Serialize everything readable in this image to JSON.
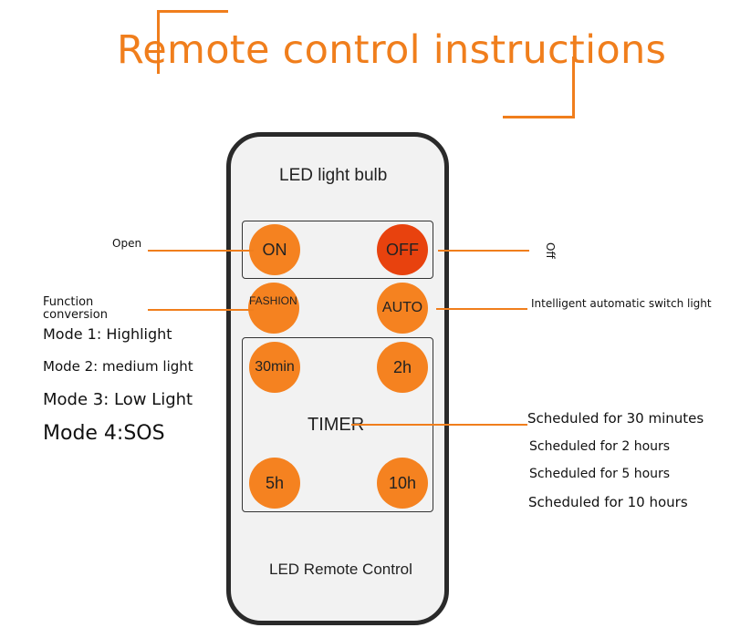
{
  "title": "Remote control instructions",
  "remote": {
    "header": "LED light bulb",
    "footer": "LED Remote Control",
    "buttons": {
      "on": "ON",
      "off": "OFF",
      "fashion": "FASHION",
      "auto": "AUTO",
      "t30min": "30min",
      "t2h": "2h",
      "t5h": "5h",
      "t10h": "10h"
    },
    "timer_label": "TIMER"
  },
  "labels": {
    "open": "Open",
    "off": "Off",
    "function_conversion_line1": "Function",
    "function_conversion_line2": "conversion",
    "intelligent": "Intelligent automatic switch light",
    "modes": [
      "Mode 1: Highlight",
      "Mode 2: medium light",
      "Mode 3: Low Light",
      "Mode 4:SOS"
    ],
    "schedules": [
      "Scheduled for 30 minutes",
      "Scheduled for 2 hours",
      "Scheduled for 5 hours",
      "Scheduled for 10 hours"
    ]
  },
  "colors": {
    "accent": "#f07e1c",
    "button": "#f58220",
    "off_button": "#e8420e"
  }
}
